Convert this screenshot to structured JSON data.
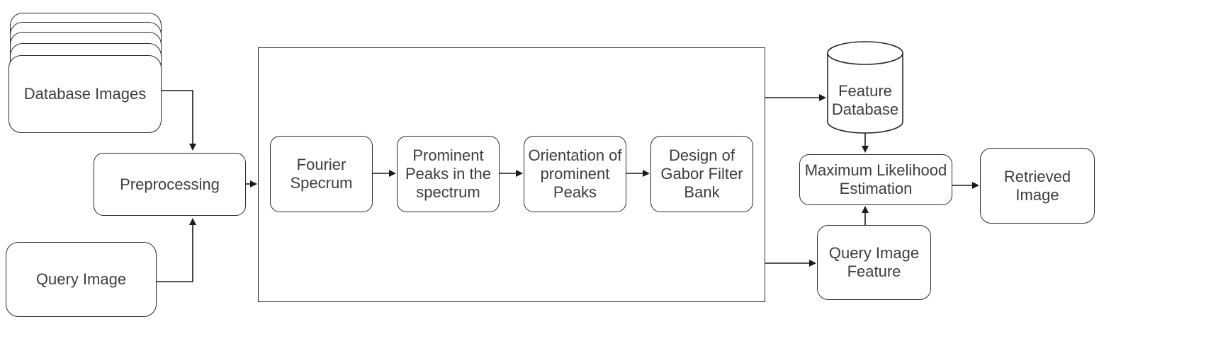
{
  "nodes": {
    "database_images": "Database Images",
    "preprocessing": "Preprocessing",
    "query_image": "Query Image",
    "fourier_spectrum": "Fourier\nSpecrum",
    "prominent_peaks": "Prominent\nPeaks in the\nspectrum",
    "orientation": "Orientation of\nprominent\nPeaks",
    "gabor": "Design of\nGabor Filter\nBank",
    "feature_database": "Feature\nDatabase",
    "mle": "Maximum Likelihood\nEstimation",
    "query_feature": "Query Image\nFeature",
    "retrieved_image": "Retrieved\nImage"
  },
  "colors": {
    "stroke": "#2a2a2a",
    "text": "#3d3d3d",
    "background": "#ffffff"
  }
}
